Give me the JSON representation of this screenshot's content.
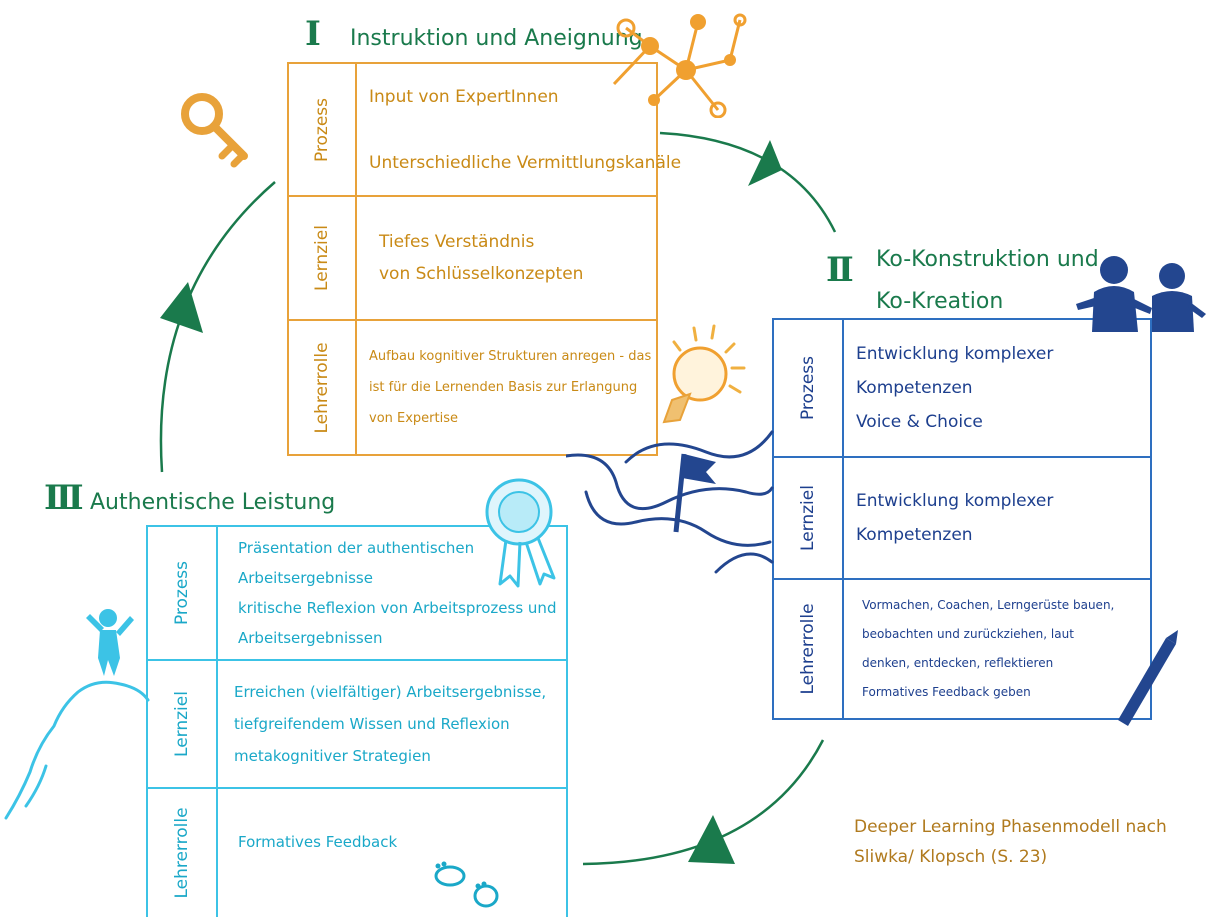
{
  "phases": [
    {
      "numeral": "I",
      "title": "Instruktion und Aneignung",
      "rows": [
        {
          "label": "Prozess",
          "lines": [
            "Input von ExpertInnen",
            "Unterschiedliche Vermittlungskanäle"
          ]
        },
        {
          "label": "Lernziel",
          "lines": [
            "Tiefes Verständnis",
            "von Schlüsselkonzepten"
          ]
        },
        {
          "label": "Lehrerrolle",
          "lines": [
            "Aufbau kognitiver Strukturen anregen - das",
            "ist für die Lernenden  Basis zur Erlangung",
            "von Expertise"
          ]
        }
      ]
    },
    {
      "numeral": "II",
      "title_lines": [
        "Ko-Konstruktion und",
        "Ko-Kreation"
      ],
      "rows": [
        {
          "label": "Prozess",
          "lines": [
            "Entwicklung komplexer",
            "Kompetenzen",
            "Voice & Choice"
          ]
        },
        {
          "label": "Lernziel",
          "lines": [
            "Entwicklung komplexer",
            "Kompetenzen"
          ]
        },
        {
          "label": "Lehrerrolle",
          "lines": [
            "Vormachen, Coachen, Lerngerüste bauen,",
            "beobachten und zurückziehen, laut",
            "denken, entdecken, reflektieren",
            "Formatives Feedback geben"
          ]
        }
      ]
    },
    {
      "numeral": "III",
      "title": "Authentische Leistung",
      "rows": [
        {
          "label": "Prozess",
          "lines": [
            "Präsentation der authentischen",
            "Arbeitsergebnisse",
            "kritische Reflexion von Arbeitsprozess und",
            "Arbeitsergebnissen"
          ]
        },
        {
          "label": "Lernziel",
          "lines": [
            "Erreichen (vielfältiger) Arbeitsergebnisse,",
            "tiefgreifendem Wissen und Reflexion",
            "metakognitiver Strategien"
          ]
        },
        {
          "label": "Lehrerrolle",
          "lines": [
            "Formatives Feedback"
          ]
        }
      ]
    }
  ],
  "caption": [
    "Deeper Learning Phasenmodell nach",
    "Sliwka/ Klopsch (S. 23)"
  ],
  "colors": {
    "phase1": "#e8a23a",
    "phase1_text": "#c98a16",
    "phase2": "#2e6fc0",
    "phase2_text": "#1d3f8e",
    "phase3": "#3cc3e6",
    "phase3_text": "#1aa8c8",
    "cycle": "#1a7a4c"
  },
  "icons": [
    "key-icon",
    "network-icon",
    "lightbulb-icon",
    "people-icon",
    "flag-icon",
    "rosette-icon",
    "pen-icon",
    "climber-icon",
    "footprints-icon"
  ]
}
